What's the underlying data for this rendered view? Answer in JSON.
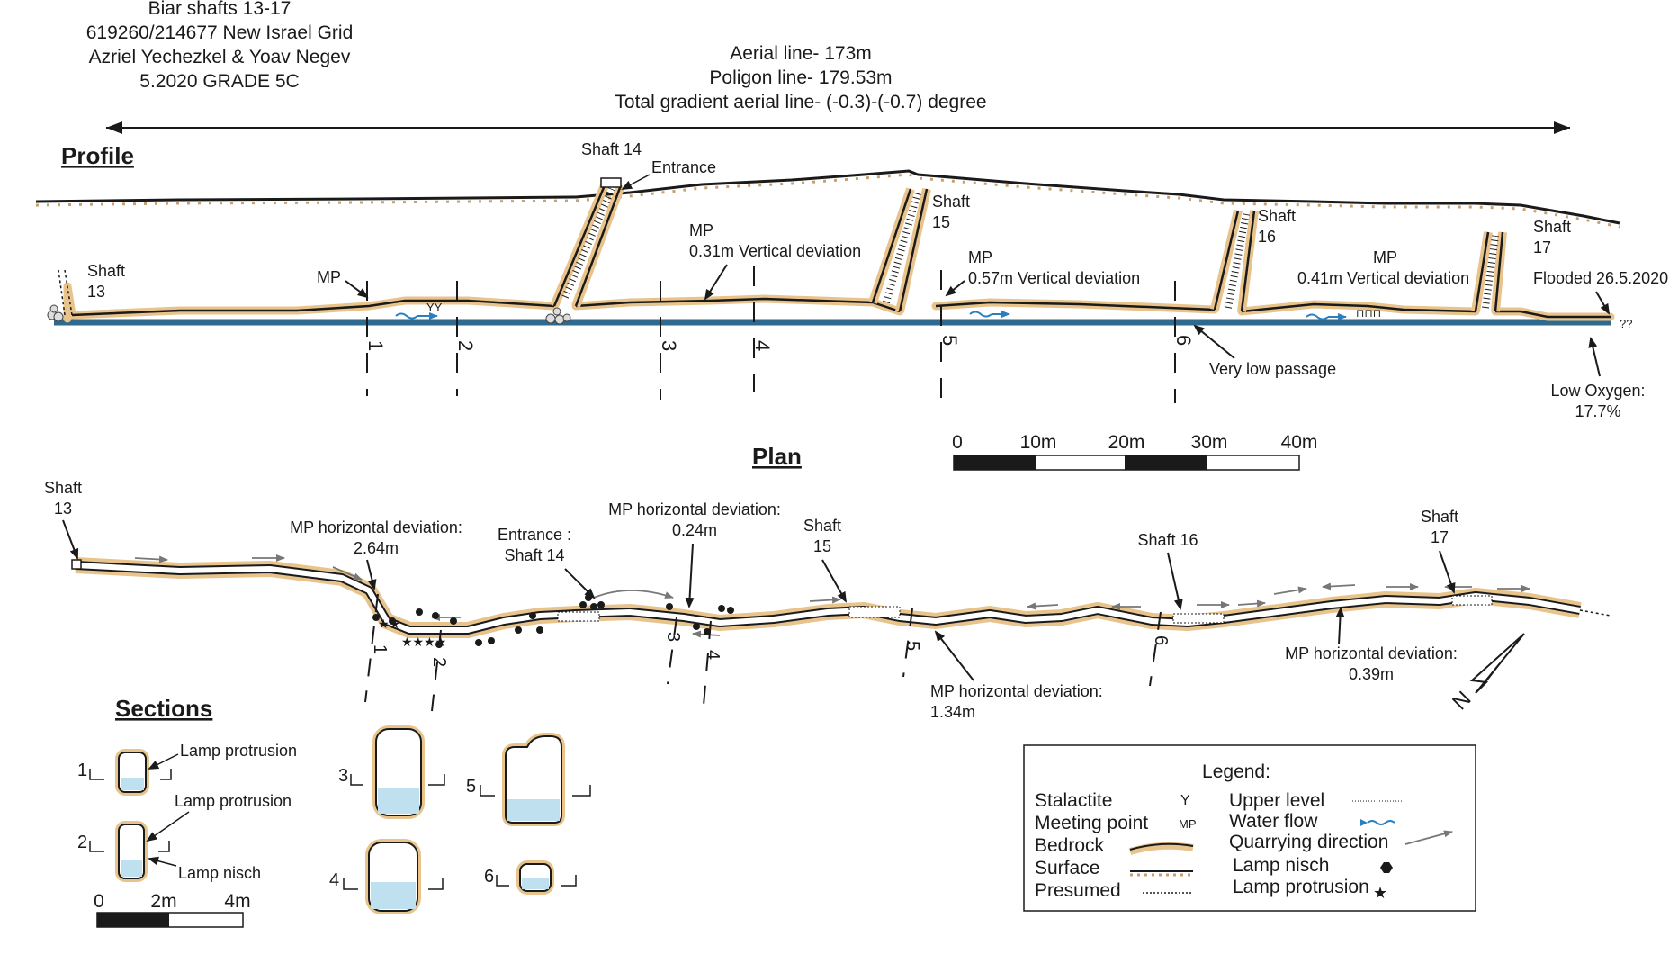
{
  "header": {
    "line1": "Biar shafts 13-17",
    "line2": "619260/214677 New Israel Grid",
    "line3": "Azriel Yechezkel & Yoav Negev",
    "line4": "5.2020 GRADE 5C"
  },
  "measurements": {
    "aerial": "Aerial line- 173m",
    "poligon": "Poligon line- 179.53m",
    "gradient": "Total gradient aerial line- (-0.3)-(-0.7) degree"
  },
  "profile": {
    "title": "Profile",
    "labels": {
      "shaft13a": "Shaft",
      "shaft13b": "13",
      "shaft14": "Shaft 14",
      "entrance": "Entrance",
      "shaft15a": "Shaft",
      "shaft15b": "15",
      "shaft16a": "Shaft",
      "shaft16b": "16",
      "shaft17a": "Shaft",
      "shaft17b": "17",
      "mp1": "MP",
      "mp2a": "MP",
      "mp2b": "0.31m Vertical deviation",
      "mp3a": "MP",
      "mp3b": "0.57m Vertical deviation",
      "mp4a": "MP",
      "mp4b": "0.41m Vertical deviation",
      "flooded": "Flooded 26.5.2020",
      "unknown": "??",
      "very_low": "Very low passage",
      "low_oxygen_a": "Low Oxygen:",
      "low_oxygen_b": "17.7%"
    },
    "section_marks": [
      "1",
      "2",
      "3",
      "4",
      "5",
      "6"
    ]
  },
  "scale_main": {
    "ticks": [
      "0",
      "10m",
      "20m",
      "30m",
      "40m"
    ]
  },
  "plan": {
    "title": "Plan",
    "labels": {
      "shaft13a": "Shaft",
      "shaft13b": "13",
      "mp_264a": "MP horizontal deviation:",
      "mp_264b": "2.64m",
      "entrance_a": "Entrance :",
      "entrance_b": "Shaft 14",
      "mp_024a": "MP horizontal deviation:",
      "mp_024b": "0.24m",
      "shaft15a": "Shaft",
      "shaft15b": "15",
      "shaft16": "Shaft 16",
      "shaft17a": "Shaft",
      "shaft17b": "17",
      "mp_134a": "MP horizontal deviation:",
      "mp_134b": "1.34m",
      "mp_039a": "MP horizontal deviation:",
      "mp_039b": "0.39m",
      "north": "N"
    },
    "section_marks": [
      "1",
      "2",
      "3",
      "4",
      "5",
      "6"
    ]
  },
  "sections": {
    "title": "Sections",
    "labels": [
      "1",
      "2",
      "3",
      "4",
      "5",
      "6"
    ],
    "notes": {
      "lamp_protrusion_1": "Lamp protrusion",
      "lamp_protrusion_2": "Lamp protrusion",
      "lamp_nisch": "Lamp nisch"
    },
    "scale": [
      "0",
      "2m",
      "4m"
    ]
  },
  "legend": {
    "title": "Legend:",
    "items": [
      {
        "label": "Stalactite",
        "symbol": "Y"
      },
      {
        "label": "Meeting point",
        "symbol": "MP"
      },
      {
        "label": "Bedrock",
        "symbol": ""
      },
      {
        "label": "Surface",
        "symbol": ""
      },
      {
        "label": "Presumed",
        "symbol": ""
      },
      {
        "label": "Upper level",
        "symbol": ""
      },
      {
        "label": "Water flow",
        "symbol": ""
      },
      {
        "label": "Quarrying direction",
        "symbol": ""
      },
      {
        "label": "Lamp nisch",
        "symbol": ""
      },
      {
        "label": "Lamp protrusion",
        "symbol": ""
      }
    ]
  },
  "colors": {
    "bedrock": "#e8c48c",
    "water": "#2f6a8e",
    "water_fill": "#bfe0ef",
    "ink": "#1a1a1a",
    "arrow_gray": "#777777",
    "flow_blue": "#2a7fc0"
  }
}
